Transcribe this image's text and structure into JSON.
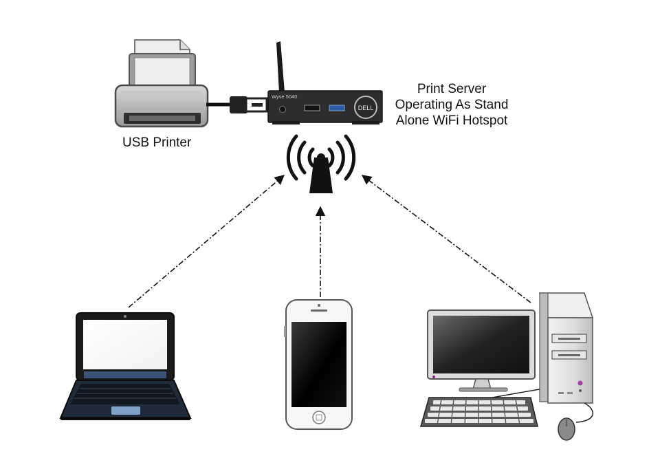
{
  "labels": {
    "printer": "USB Printer",
    "server_lines": [
      "Print Server",
      "Operating As Stand",
      "Alone WiFi Hotspot"
    ]
  },
  "device_text": {
    "server_model": "Wyse 5040",
    "server_brand": "DELL"
  },
  "icons": {
    "printer": "printer-icon",
    "server": "thin-client-icon",
    "hotspot": "wifi-tower-icon",
    "laptop": "laptop-icon",
    "phone": "smartphone-icon",
    "desktop": "desktop-computer-icon"
  },
  "colors": {
    "connection_line": "#111111",
    "device_dark": "#2b2b2b",
    "device_light": "#e6e6e6"
  }
}
